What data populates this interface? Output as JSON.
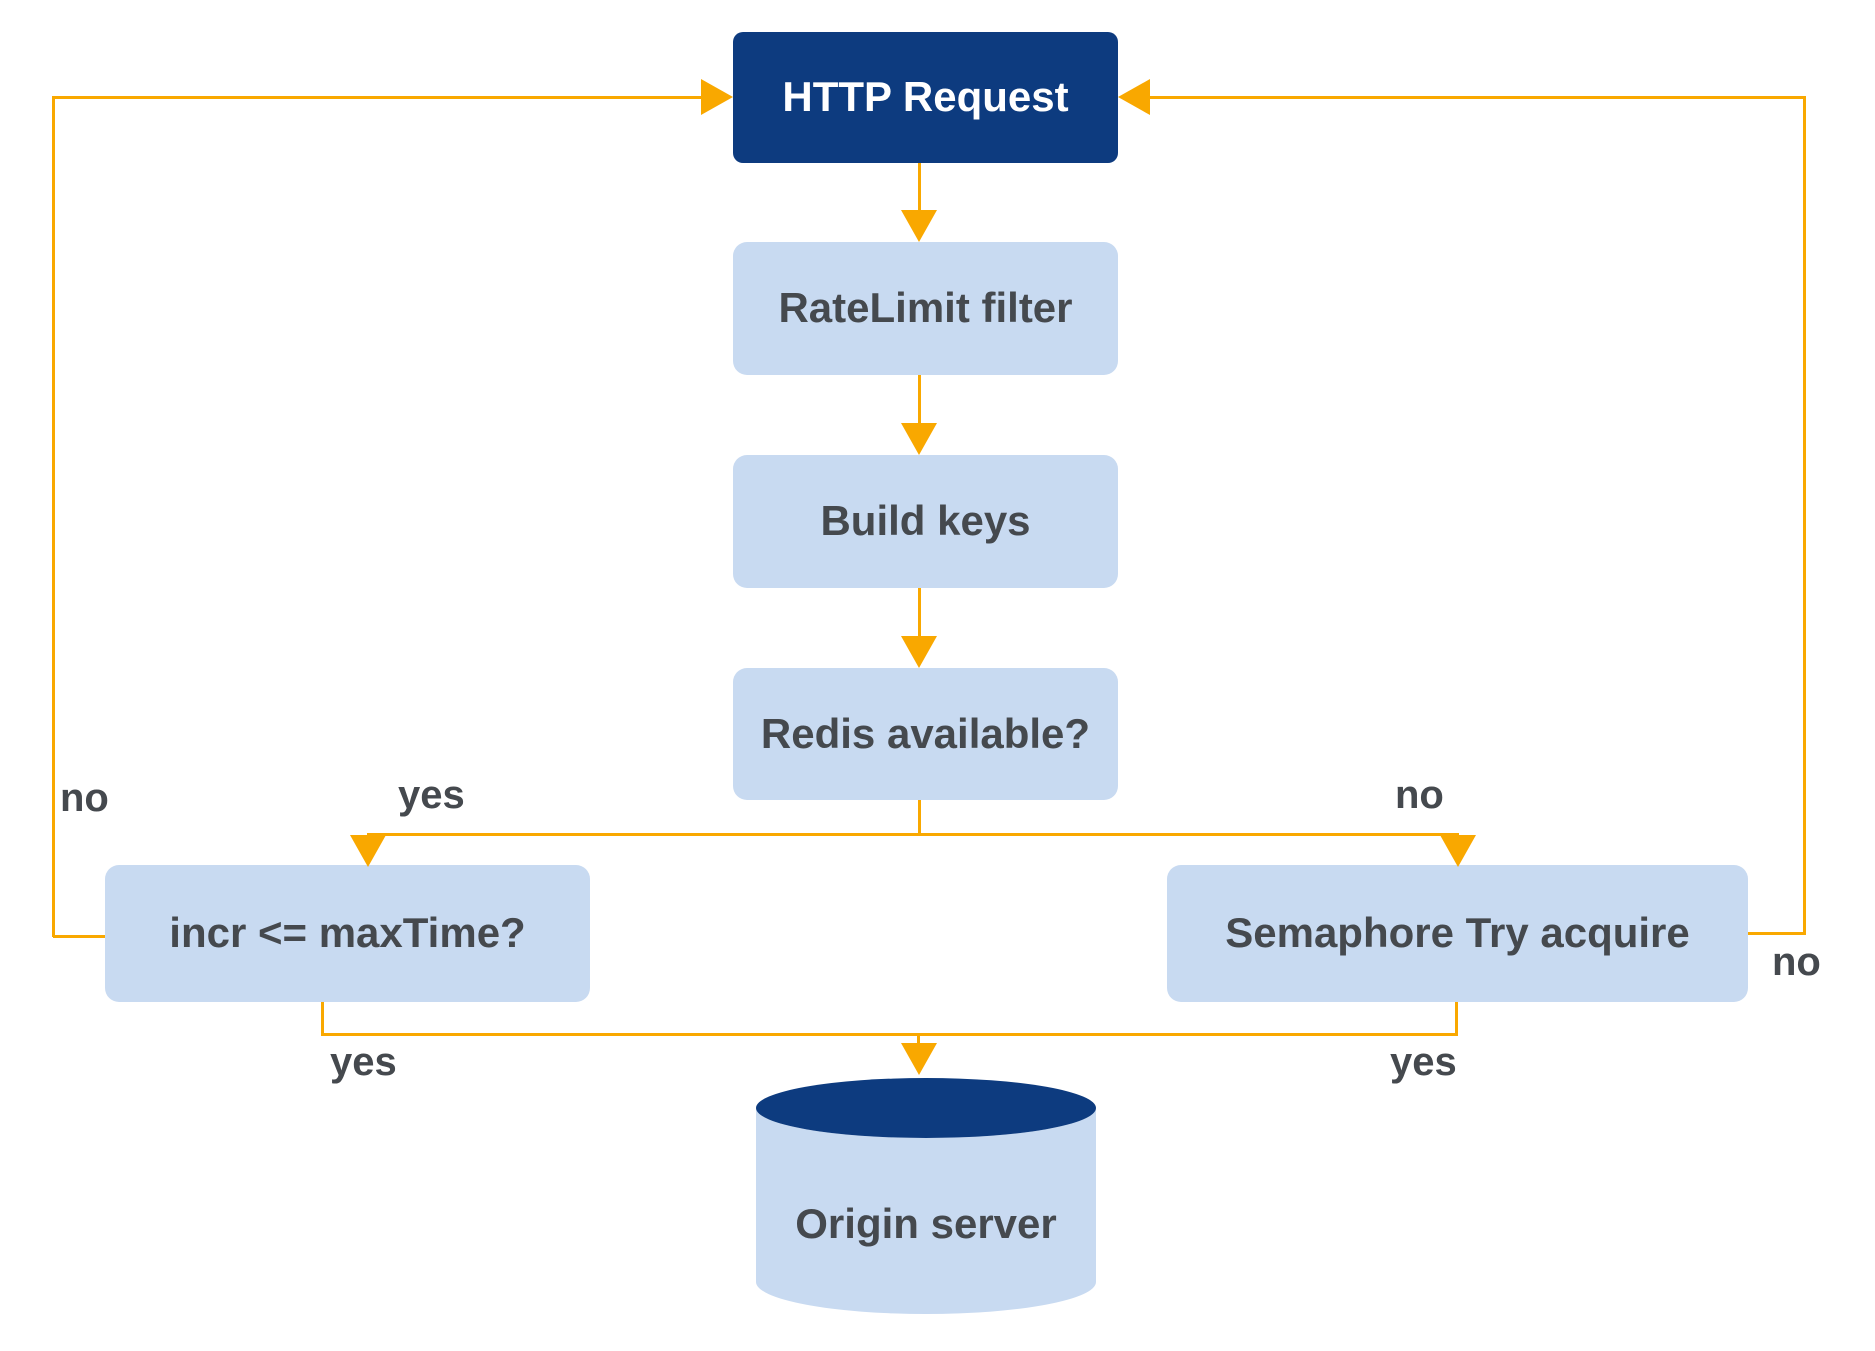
{
  "nodes": {
    "http_request": {
      "label": "HTTP Request"
    },
    "ratelimit_filter": {
      "label": "RateLimit filter"
    },
    "build_keys": {
      "label": "Build keys"
    },
    "redis_available": {
      "label": "Redis available?"
    },
    "incr_check": {
      "label": "incr <= maxTime?"
    },
    "semaphore_acquire": {
      "label": "Semaphore Try acquire"
    },
    "origin_server": {
      "label": "Origin server"
    }
  },
  "edge_labels": {
    "incr_no_return": "no",
    "redis_yes": "yes",
    "redis_no": "no",
    "semaphore_no_return": "no",
    "incr_yes": "yes",
    "semaphore_yes": "yes"
  },
  "colors": {
    "node_dark": "#0d3b7f",
    "node_light": "#c8daf1",
    "edge": "#f9a800",
    "text_dark": "#45494e",
    "text_light": "#ffffff"
  }
}
